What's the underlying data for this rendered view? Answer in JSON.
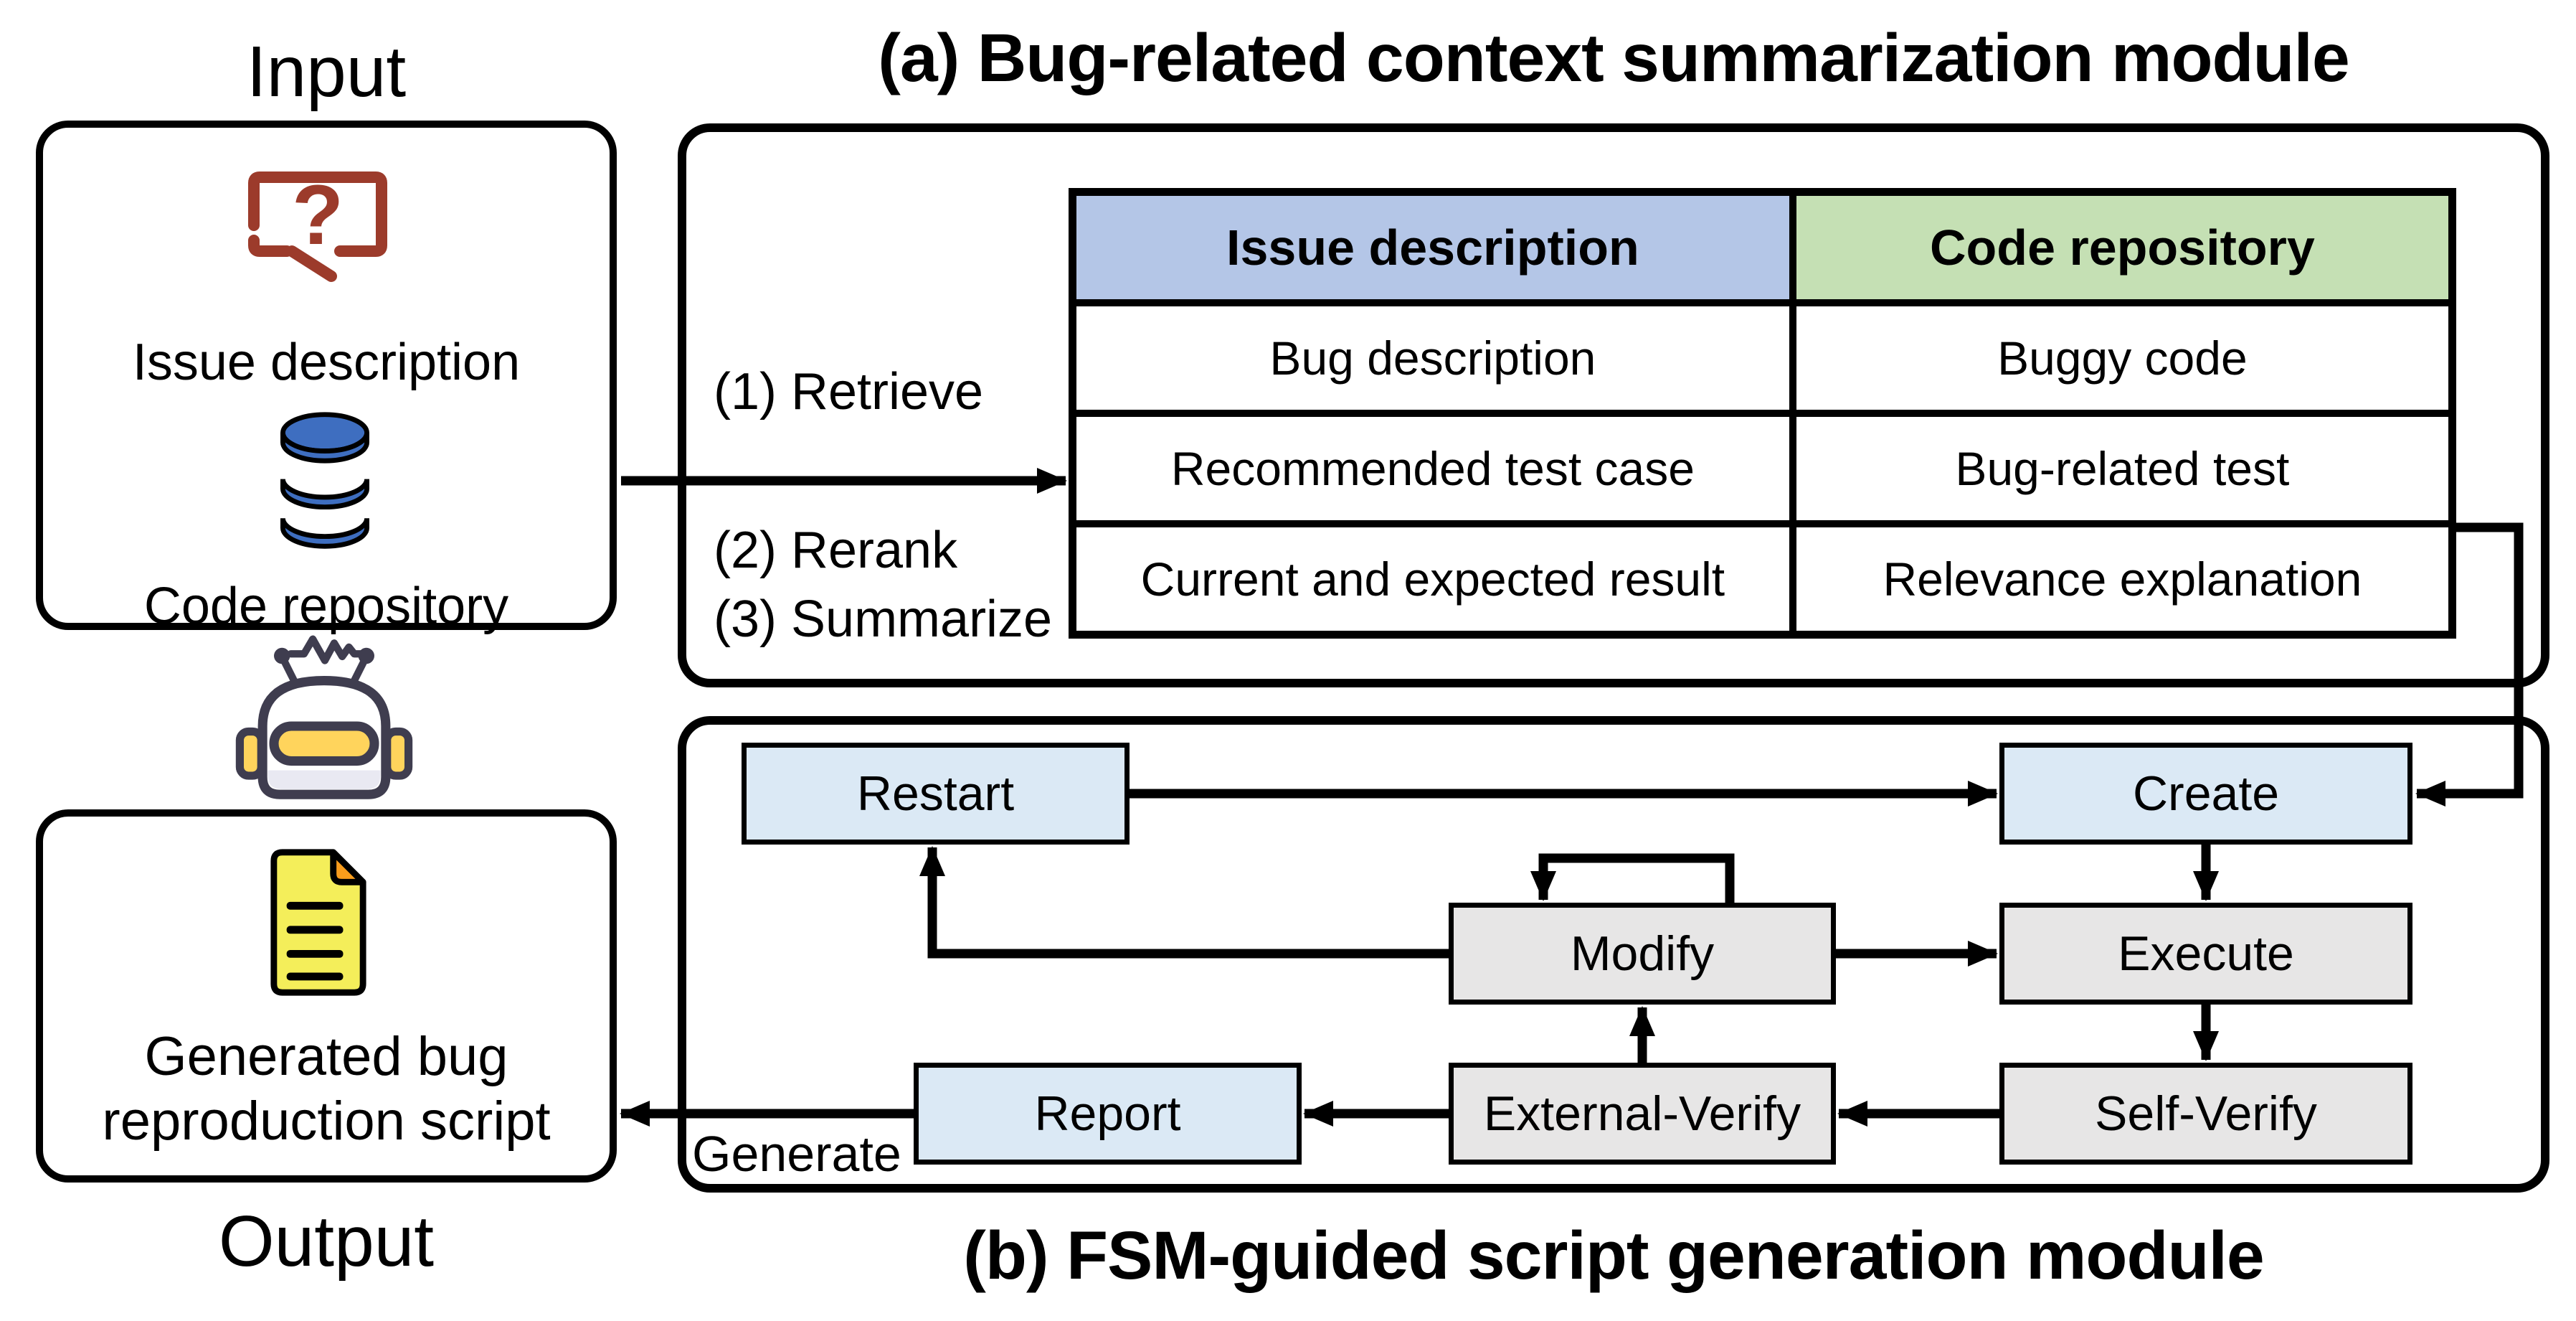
{
  "titles": {
    "input": "Input",
    "output": "Output",
    "module_a": "(a) Bug-related context summarization module",
    "module_b": "(b) FSM-guided script generation module"
  },
  "input_panel": {
    "issue_label": "Issue description",
    "repo_label": "Code repository",
    "icons": [
      "question-bubble-icon",
      "database-icon"
    ]
  },
  "agent": {
    "icon": "robot-icon"
  },
  "output_panel": {
    "label_line1": "Generated bug",
    "label_line2": "reproduction script",
    "icon": "document-icon"
  },
  "steps": {
    "s1": "(1) Retrieve",
    "s2": "(2) Rerank",
    "s3": "(3) Summarize"
  },
  "table": {
    "headers": [
      {
        "label": "Issue description",
        "bg": "#b4c6e7"
      },
      {
        "label": "Code repository",
        "bg": "#c5e0b4"
      }
    ],
    "rows": [
      [
        "Bug description",
        "Buggy code"
      ],
      [
        "Recommended test case",
        "Bug-related test"
      ],
      [
        "Current and expected result",
        "Relevance explanation"
      ]
    ]
  },
  "fsm": {
    "states": [
      {
        "label": "Restart",
        "style": "blue"
      },
      {
        "label": "Create",
        "style": "blue"
      },
      {
        "label": "Modify",
        "style": "gray"
      },
      {
        "label": "Execute",
        "style": "gray"
      },
      {
        "label": "Self-Verify",
        "style": "gray"
      },
      {
        "label": "External-Verify",
        "style": "gray"
      },
      {
        "label": "Report",
        "style": "blue"
      }
    ],
    "generate_label": "Generate",
    "edges": [
      "input -> summary-table (Retrieve)",
      "summary-table -> Create",
      "Restart -> Create",
      "Create -> Execute",
      "Modify -> Modify (self loop)",
      "Modify -> Execute",
      "Modify -> Restart",
      "Execute -> Self-Verify",
      "Self-Verify -> External-Verify",
      "External-Verify -> Modify",
      "External-Verify -> Report",
      "Report -> output (Generate)"
    ]
  },
  "colors": {
    "state_blue": "#dbe9f5",
    "state_gray": "#e7e6e6",
    "header_blue": "#b4c6e7",
    "header_green": "#c5e0b4",
    "bubble_red": "#9c3b2b",
    "database_blue": "#3e6ec0",
    "doc_yellow": "#f4ee5a",
    "doc_fold_orange": "#f99d1c",
    "robot_outline": "#3f3d4f",
    "robot_yellow": "#ffd45c",
    "line_black": "#000000"
  }
}
